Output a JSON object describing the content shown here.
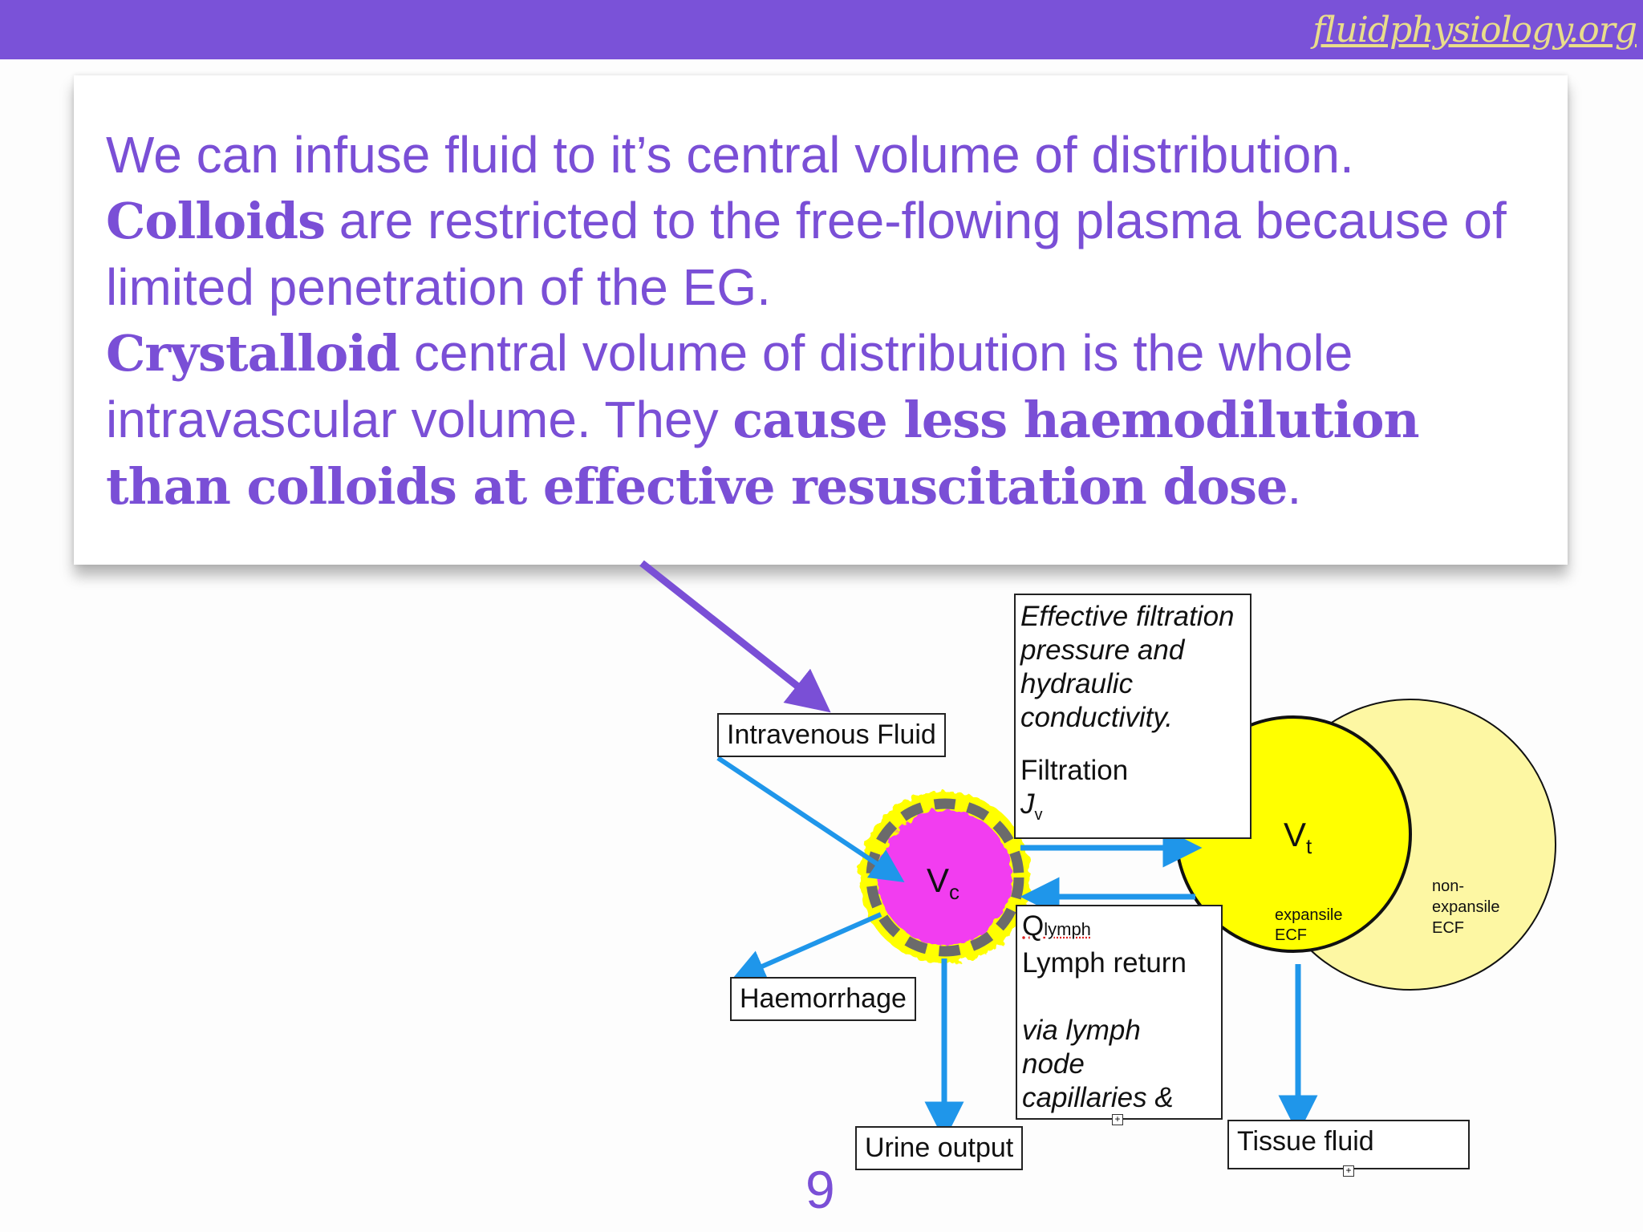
{
  "site": {
    "logo_text": "fluidphysiology.org"
  },
  "colors": {
    "header": "#7a52d8",
    "text_purple": "#7a4fd6",
    "arrow_blue": "#1f96ea",
    "core_magenta": "#f23ef0",
    "yellow": "#ffff00",
    "pale_yellow": "#fdf7a3",
    "dash_grey": "#6b6b6b"
  },
  "card": {
    "s1": "We can infuse fluid to it’s central volume of distribution.",
    "s2_bold": "Colloids",
    "s2_rest": " are restricted to the free-flowing plasma because of limited penetration of the EG.",
    "s3_bold": "Crystalloid",
    "s3_rest": " central volume of distribution is the whole intravascular volume. They ",
    "s3_bold2": "cause less haemodilution than colloids at effective resuscitation dose",
    "s3_end": "."
  },
  "diagram": {
    "intravenous_fluid": "Intravenous Fluid",
    "haemorrhage": "Haemorrhage",
    "urine_output": "Urine output",
    "tissue_fluid": "Tissue fluid",
    "filtration_box": {
      "line1": "Effective filtration",
      "line2": "pressure and",
      "line3": "hydraulic",
      "line4": "conductivity.",
      "filtration": "Filtration",
      "jv_main": "J",
      "jv_sub": "v"
    },
    "lymph_box": {
      "q_main": "Q",
      "q_sub": "lymph",
      "lymph_return": "Lymph return",
      "via1": "via lymph",
      "via2": "node",
      "via3": "capillaries &"
    },
    "vc": {
      "main": "V",
      "sub": "c"
    },
    "vt": {
      "main": "V",
      "sub": "t"
    },
    "expansile": [
      "expansile",
      "ECF"
    ],
    "non_expansile": [
      "non-",
      "expansile",
      "ECF"
    ]
  },
  "page_number": "9"
}
